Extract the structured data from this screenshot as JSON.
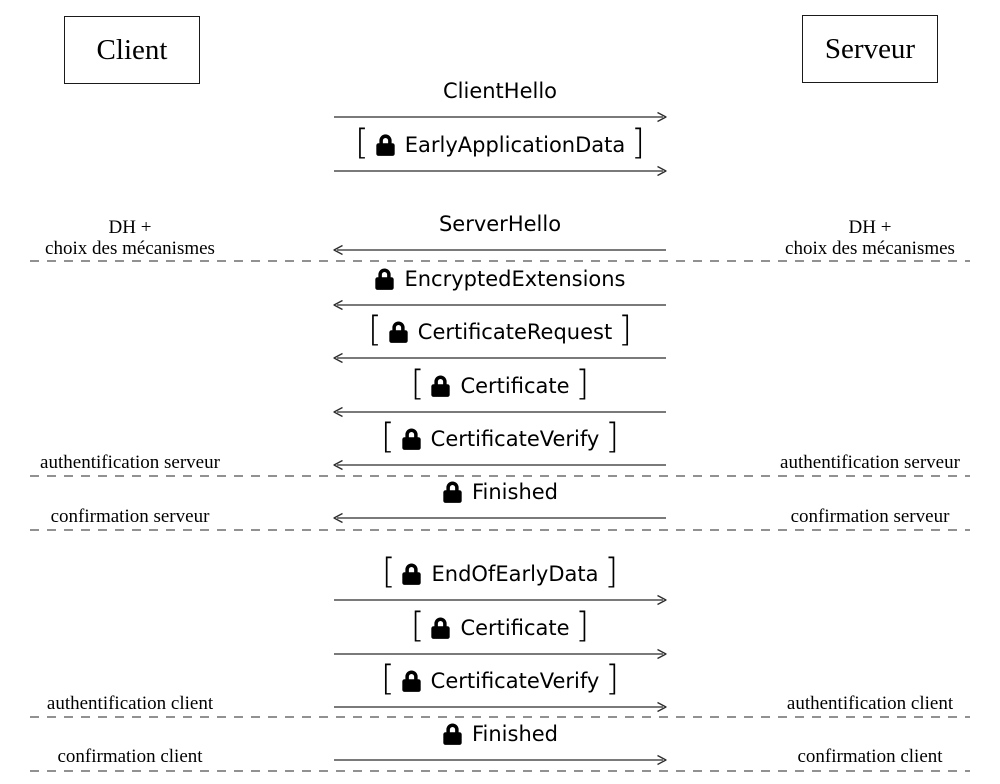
{
  "actors": {
    "client": "Client",
    "server": "Serveur"
  },
  "glyphs": {
    "open_bracket": "[",
    "close_bracket": "]",
    "lock_icon": "padlock"
  },
  "messages": [
    {
      "name": "ClientHello",
      "direction": "right",
      "encrypted": false,
      "optional": false
    },
    {
      "name": "EarlyApplicationData",
      "direction": "right",
      "encrypted": true,
      "optional": true
    },
    {
      "name": "ServerHello",
      "direction": "left",
      "encrypted": false,
      "optional": false
    },
    {
      "name": "EncryptedExtensions",
      "direction": "left",
      "encrypted": true,
      "optional": false
    },
    {
      "name": "CertificateRequest",
      "direction": "left",
      "encrypted": true,
      "optional": true
    },
    {
      "name": "Certificate",
      "direction": "left",
      "encrypted": true,
      "optional": true
    },
    {
      "name": "CertificateVerify",
      "direction": "left",
      "encrypted": true,
      "optional": true
    },
    {
      "name": "Finished",
      "direction": "left",
      "encrypted": true,
      "optional": false
    },
    {
      "name": "EndOfEarlyData",
      "direction": "right",
      "encrypted": true,
      "optional": true
    },
    {
      "name": "Certificate",
      "direction": "right",
      "encrypted": true,
      "optional": true
    },
    {
      "name": "CertificateVerify",
      "direction": "right",
      "encrypted": true,
      "optional": true
    },
    {
      "name": "Finished",
      "direction": "right",
      "encrypted": true,
      "optional": false
    }
  ],
  "annotations": {
    "dh_line1": "DH +",
    "dh_line2": "choix des mécanismes",
    "auth_server": "authentification serveur",
    "conf_server": "confirmation serveur",
    "auth_client": "authentification client",
    "conf_client": "confirmation client"
  },
  "colors": {
    "line": "#2b2b2b",
    "dash": "#919191",
    "text": "#000000"
  }
}
